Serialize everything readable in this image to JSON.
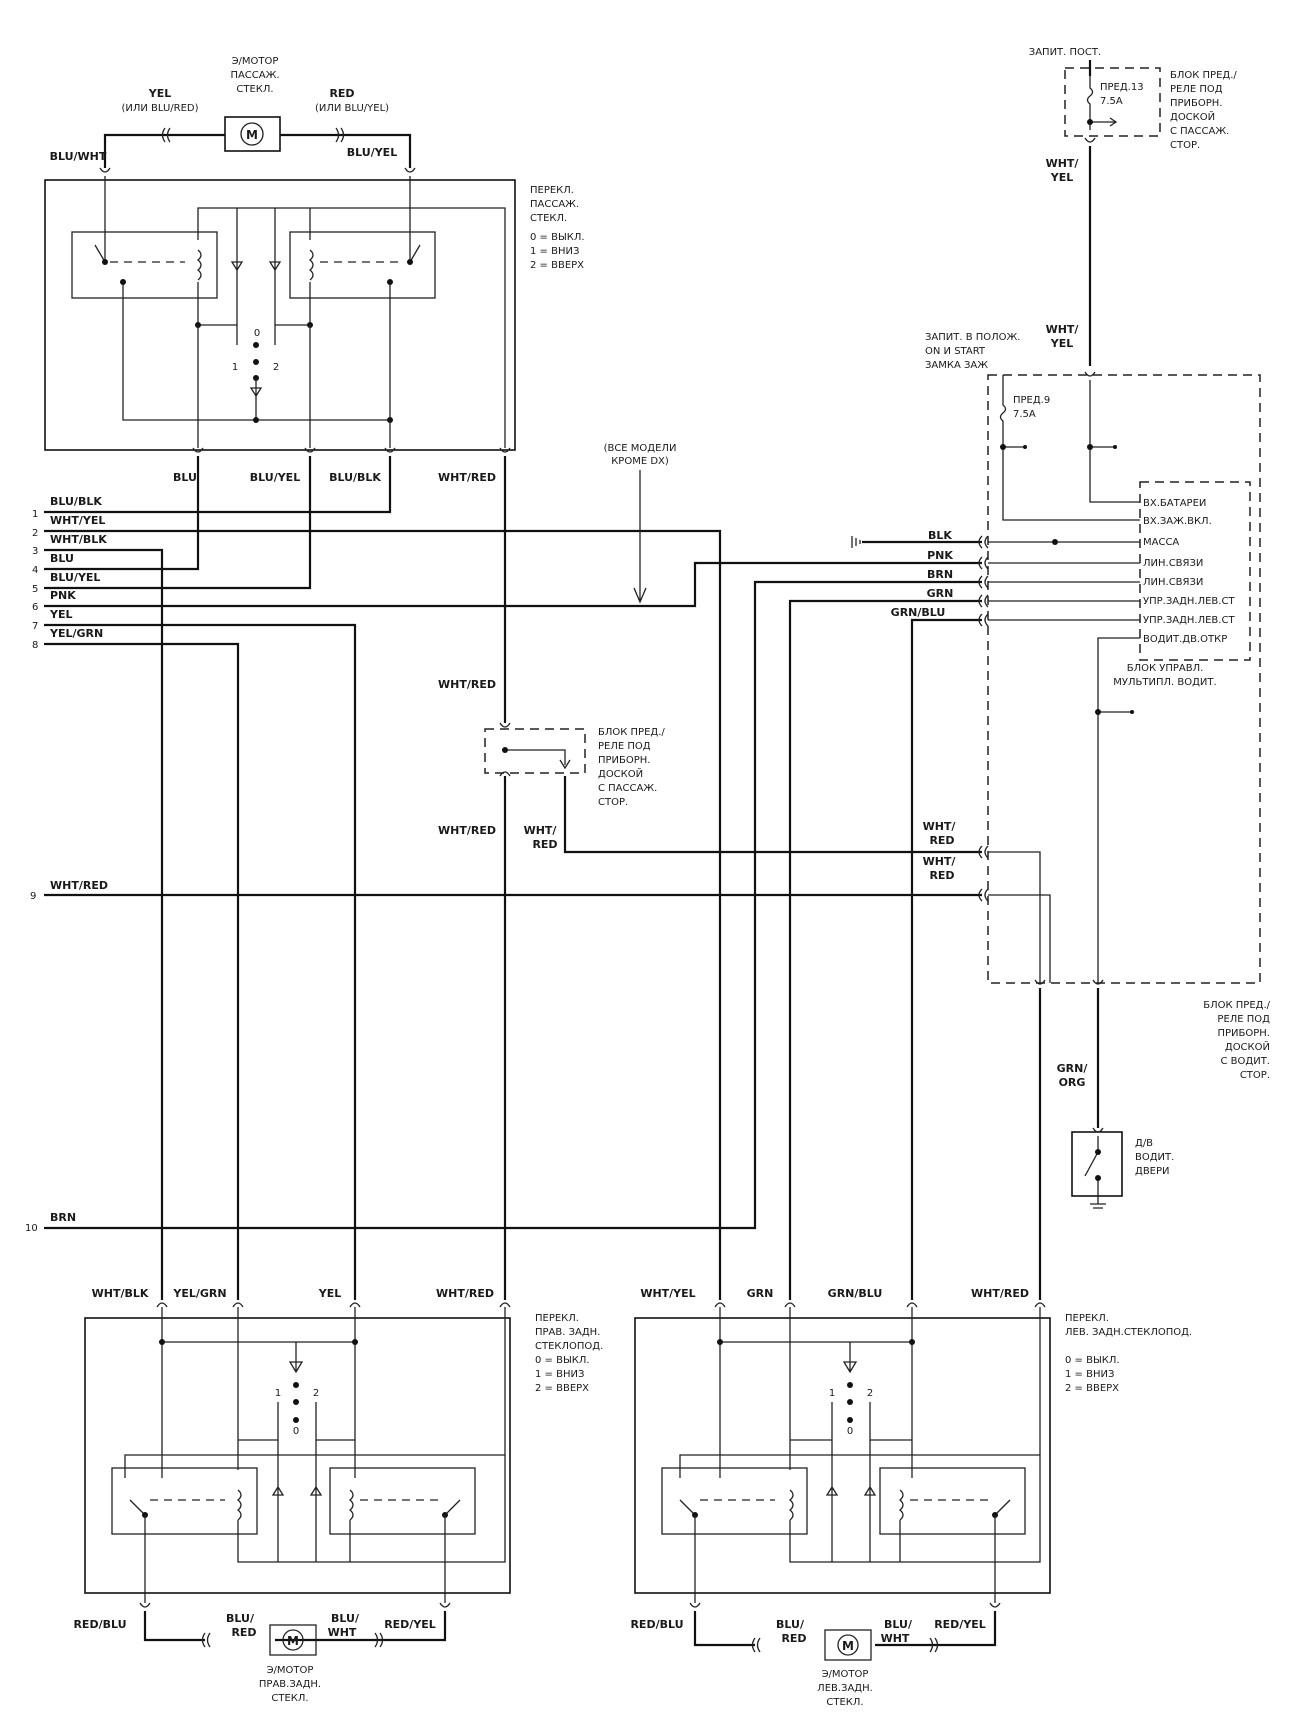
{
  "top_motor": {
    "name_lines": [
      "Э/МОТОР",
      "ПАССАЖ.",
      "СТЕКЛ."
    ],
    "left_wire": "YEL",
    "left_alt": "(ИЛИ BLU/RED)",
    "right_wire": "RED",
    "right_alt": "(ИЛИ BLU/YEL)",
    "left_pin": "BLU/WHT",
    "right_pin": "BLU/YEL"
  },
  "pass_switch": {
    "name_lines": [
      "ПЕРЕКЛ.",
      "ПАССАЖ.",
      "СТЕКЛ."
    ],
    "legend": [
      "0 = ВЫКЛ.",
      "1 = ВНИЗ",
      "2 = ВВЕРХ"
    ],
    "positions": [
      "0",
      "1",
      "2"
    ],
    "pins": [
      "BLU",
      "BLU/YEL",
      "BLU/BLK",
      "WHT/RED"
    ]
  },
  "all_models_note": [
    "(ВСЕ МОДЕЛИ",
    "КРОМЕ DX)"
  ],
  "left_connector": [
    {
      "num": "1",
      "wire": "BLU/BLK"
    },
    {
      "num": "2",
      "wire": "WHT/YEL"
    },
    {
      "num": "3",
      "wire": "WHT/BLK"
    },
    {
      "num": "4",
      "wire": "BLU"
    },
    {
      "num": "5",
      "wire": "BLU/YEL"
    },
    {
      "num": "6",
      "wire": "PNK"
    },
    {
      "num": "7",
      "wire": "YEL"
    },
    {
      "num": "8",
      "wire": "YEL/GRN"
    },
    {
      "num": "9",
      "wire": "WHT/RED"
    },
    {
      "num": "10",
      "wire": "BRN"
    }
  ],
  "constant_power": "ЗАПИТ. ПОСТ.",
  "fuse13": {
    "name": "ПРЕД.13",
    "rating": "7.5A"
  },
  "pass_fuse_box_lines": [
    "БЛОК ПРЕД./",
    "РЕЛЕ ПОД",
    "ПРИБОРН.",
    "ДОСКОЙ",
    "С ПАССАЖ.",
    "СТОР."
  ],
  "wht_yel": [
    "WHT/",
    "YEL"
  ],
  "ign_power_lines": [
    "ЗАПИТ. В ПОЛОЖ.",
    "ON И START",
    "ЗАМКА ЗАЖ"
  ],
  "fuse9": {
    "name": "ПРЕД.9",
    "rating": "7.5A"
  },
  "mpcs_inputs": [
    "ВХ.БАТАРЕИ",
    "ВХ.ЗАЖ.ВКЛ.",
    "МАССА",
    "ЛИН.СВЯЗИ",
    "ЛИН.СВЯЗИ",
    "УПР.ЗАДН.ЛЕВ.СТ",
    "УПР.ЗАДН.ЛЕВ.СТ",
    "ВОДИТ.ДВ.ОТКР"
  ],
  "mpcs_name": [
    "БЛОК УПРАВЛ.",
    "МУЛЬТИПЛ. ВОДИТ."
  ],
  "mpcs_wires": [
    "BLK",
    "PNK",
    "BRN",
    "GRN",
    "GRN/BLU"
  ],
  "wht_red_label": "WHT/RED",
  "wht_red_split": [
    "WHT/",
    "RED"
  ],
  "driver_fuse_box_lines": [
    "БЛОК ПРЕД./",
    "РЕЛЕ ПОД",
    "ПРИБОРН.",
    "ДОСКОЙ",
    "С ВОДИТ.",
    "СТОР."
  ],
  "grn_org": [
    "GRN/",
    "ORG"
  ],
  "door_switch_lines": [
    "Д/В",
    "ВОДИТ.",
    "ДВЕРИ"
  ],
  "right_rear_switch": {
    "pins": [
      "WHT/BLK",
      "YEL/GRN",
      "YEL",
      "WHT/RED"
    ],
    "name_lines": [
      "ПЕРЕКЛ.",
      "ПРАВ. ЗАДН.",
      "СТЕКЛОПОД."
    ],
    "legend": [
      "0  =  ВЫКЛ.",
      "1  =  ВНИЗ",
      "2  =  ВВЕРХ"
    ],
    "bottom_pins": [
      "RED/BLU",
      "RED/YEL"
    ],
    "motor_pins": [
      [
        "BLU/",
        "RED"
      ],
      [
        "BLU/",
        "WHT"
      ]
    ],
    "motor_lines": [
      "Э/МОТОР",
      "ПРАВ.ЗАДН.",
      "СТЕКЛ."
    ]
  },
  "left_rear_switch": {
    "pins": [
      "WHT/YEL",
      "GRN",
      "GRN/BLU",
      "WHT/RED"
    ],
    "name_lines": [
      "ПЕРЕКЛ.",
      "ЛЕВ. ЗАДН.СТЕКЛОПОД."
    ],
    "legend": [
      "0  =  ВЫКЛ.",
      "1  =  ВНИЗ",
      "2  =  ВВЕРХ"
    ],
    "bottom_pins": [
      "RED/BLU",
      "RED/YEL"
    ],
    "motor_pins": [
      [
        "BLU/",
        "RED"
      ],
      [
        "BLU/",
        "WHT"
      ]
    ],
    "motor_lines": [
      "Э/МОТОР",
      "ЛЕВ.ЗАДН.",
      "СТЕКЛ."
    ]
  },
  "motor_symbol": "M"
}
